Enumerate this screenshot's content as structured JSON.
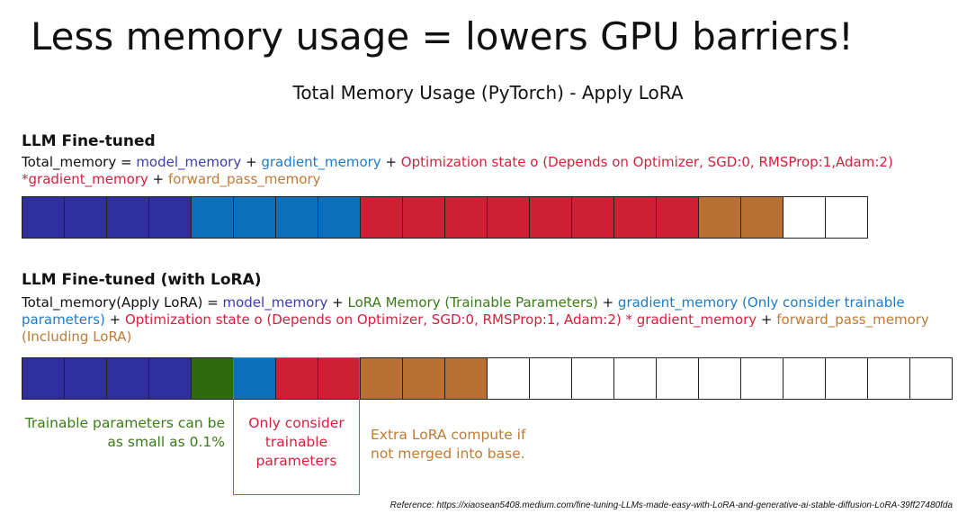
{
  "title": "Less memory usage = lowers GPU barriers!",
  "subtitle": "Total Memory Usage (PyTorch) - Apply LoRA",
  "colors": {
    "model_memory": "#2e2e9e",
    "lora_memory": "#2e6a10",
    "gradient_memory": "#0b6fbc",
    "optimization_state": "#cf1f34",
    "forward_pass_memory": "#b87133",
    "empty": "#ffffff"
  },
  "sections": [
    {
      "heading": "LLM Fine-tuned",
      "formula": [
        {
          "text": "Total_memory = ",
          "color": "black"
        },
        {
          "text": "model_memory",
          "color": "purple"
        },
        {
          "text": " + ",
          "color": "black"
        },
        {
          "text": "gradient_memory",
          "color": "blue"
        },
        {
          "text": " + ",
          "color": "black"
        },
        {
          "text": "Optimization state o (Depends on Optimizer, SGD:0, RMSProp:1,Adam:2) *gradient_memory",
          "color": "red"
        },
        {
          "text": " + ",
          "color": "black"
        },
        {
          "text": "forward_pass_memory",
          "color": "orange"
        }
      ],
      "blocks": [
        "model",
        "model",
        "model",
        "model",
        "grad",
        "grad",
        "grad",
        "grad",
        "opt",
        "opt",
        "opt",
        "opt",
        "opt",
        "opt",
        "opt",
        "opt",
        "fwd",
        "fwd",
        "empty",
        "empty"
      ]
    },
    {
      "heading": "LLM Fine-tuned (with LoRA)",
      "formula": [
        {
          "text": "Total_memory(Apply LoRA) = ",
          "color": "black"
        },
        {
          "text": "model_memory",
          "color": "purple"
        },
        {
          "text": " + ",
          "color": "black"
        },
        {
          "text": "LoRA Memory (Trainable Parameters)",
          "color": "green"
        },
        {
          "text": " + ",
          "color": "black"
        },
        {
          "text": "gradient_memory (Only consider trainable parameters)",
          "color": "blue"
        },
        {
          "text": " + ",
          "color": "black"
        },
        {
          "text": "Optimization state o (Depends on Optimizer, SGD:0, RMSProp:1, Adam:2) * gradient_memory",
          "color": "red"
        },
        {
          "text": " + ",
          "color": "black"
        },
        {
          "text": "forward_pass_memory (Including LoRA)",
          "color": "orange"
        }
      ],
      "blocks": [
        "model",
        "model",
        "model",
        "model",
        "lora",
        "grad",
        "opt",
        "opt",
        "fwd",
        "fwd",
        "fwd",
        "empty",
        "empty",
        "empty",
        "empty",
        "empty",
        "empty",
        "empty",
        "empty",
        "empty",
        "empty",
        "empty"
      ]
    }
  ],
  "annotations": {
    "trainable": "Trainable parameters can be as small as 0.1%",
    "only_consider": "Only consider trainable parameters",
    "extra_compute": "Extra LoRA compute if not merged into base."
  },
  "reference": "Reference: https://xiaosean5408.medium.com/fine-tuning-LLMs-made-easy-with-LoRA-and-generative-ai-stable-diffusion-LoRA-39ff27480fda"
}
